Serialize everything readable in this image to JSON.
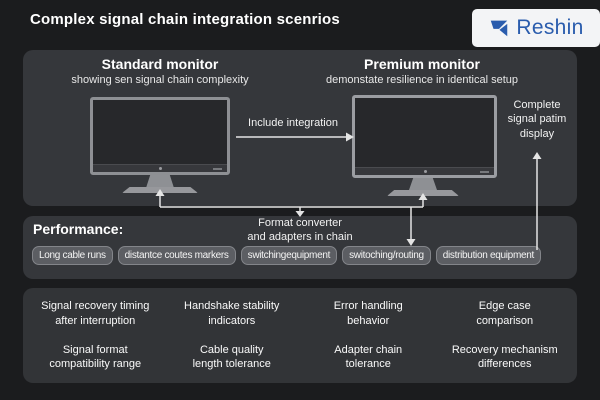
{
  "title": "Complex signal chain integration scenrios",
  "logo": {
    "text": "Reshin"
  },
  "scenario": {
    "standard": {
      "title": "Standard monitor",
      "subtitle": "showing sen signal chain complexity"
    },
    "premium": {
      "title": "Premium monitor",
      "subtitle": "demonstate resilience in identical setup"
    },
    "flow_label": "Include integration",
    "side_note": "Complete\nsignal patim\ndisplay"
  },
  "performance": {
    "label": "Performance:",
    "converter_note": "Format converter\nand adapters in chain",
    "pills": [
      "Long cable runs",
      "distantce coutes markers",
      "switchingequipment",
      "switoching/routing",
      "distribution equipment"
    ]
  },
  "metrics": [
    "Signal recovery timing\nafter interruption",
    "Handshake stability\nindicators",
    "Error handling\nbehavior",
    "Edge case\ncomparison",
    "Signal format\ncompatibility range",
    "Cable quality\nlength tolerance",
    "Adapter chain\ntolerance",
    "Recovery mechanism\ndifferences"
  ],
  "colors": {
    "background": "#1b1c1e",
    "panel": "#35373b",
    "pill": "#5c5e63",
    "logo_blue": "#2a5cad",
    "logo_bg": "#f3f4f6",
    "arrow": "#e4e4e4"
  }
}
